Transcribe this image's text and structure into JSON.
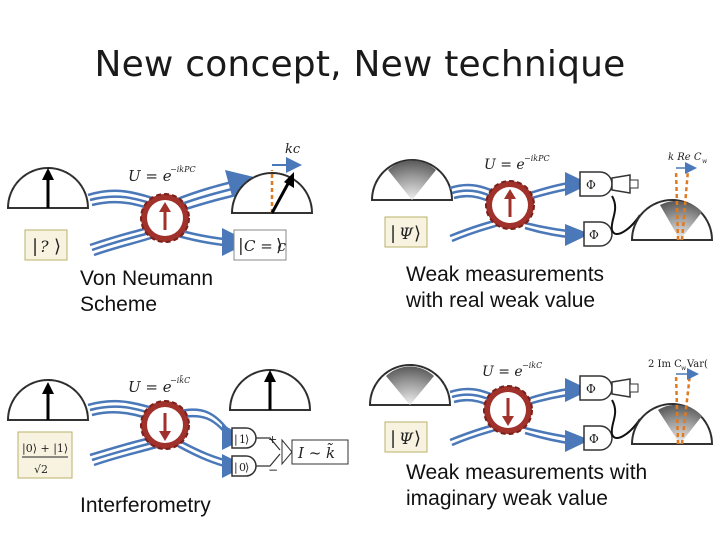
{
  "slide": {
    "title": "New concept, New technique"
  },
  "panels": [
    {
      "caption_lines": [
        "Von Neumann",
        "Scheme"
      ],
      "unitary": "U = e",
      "unitary_exp": "−ikPC",
      "state_label": "?",
      "result_label": "C = c",
      "shift_label": "kc"
    },
    {
      "caption_lines": [
        "Weak measurements",
        "with real weak value"
      ],
      "unitary": "U = e",
      "unitary_exp": "−ikPC",
      "state_label": "Ψ",
      "phi_label": "Φ",
      "shift_label": "k Re C",
      "shift_sub": "w"
    },
    {
      "caption_lines": [
        "Interferometry"
      ],
      "unitary": "U = e",
      "unitary_exp": "−ik̃C",
      "state_top": "|0⟩ + |1⟩",
      "state_bottom": "√2",
      "port_one": "1",
      "port_zero": "0",
      "plus_sign": "+",
      "minus_sign": "−",
      "result_label": "I ~ k̃"
    },
    {
      "caption_lines": [
        "Weak measurements with",
        "imaginary weak value"
      ],
      "unitary": "U = e",
      "unitary_exp": "−ikC",
      "state_label": "Ψ",
      "phi_label": "Φ",
      "shift_label": "2 Im C",
      "shift_sub": "w",
      "shift_tail": "Var("
    }
  ]
}
